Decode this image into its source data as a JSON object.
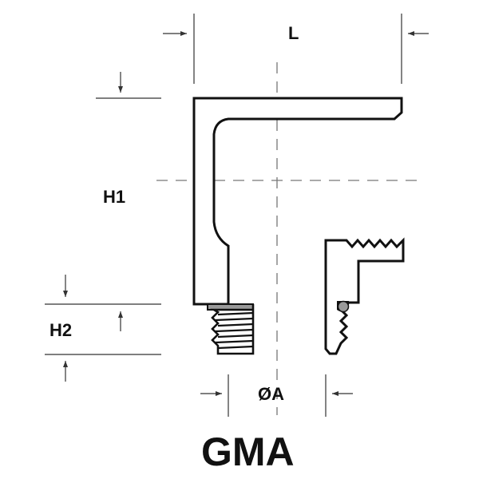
{
  "drawing": {
    "title": "GMA",
    "dimensions": {
      "length": "L",
      "height_1": "H1",
      "height_2": "H2",
      "diameter": "ØA"
    },
    "colors": {
      "outline": "#111111",
      "dim_line": "#444444",
      "center_line": "#777777",
      "seal": "#9a9a9a"
    }
  }
}
